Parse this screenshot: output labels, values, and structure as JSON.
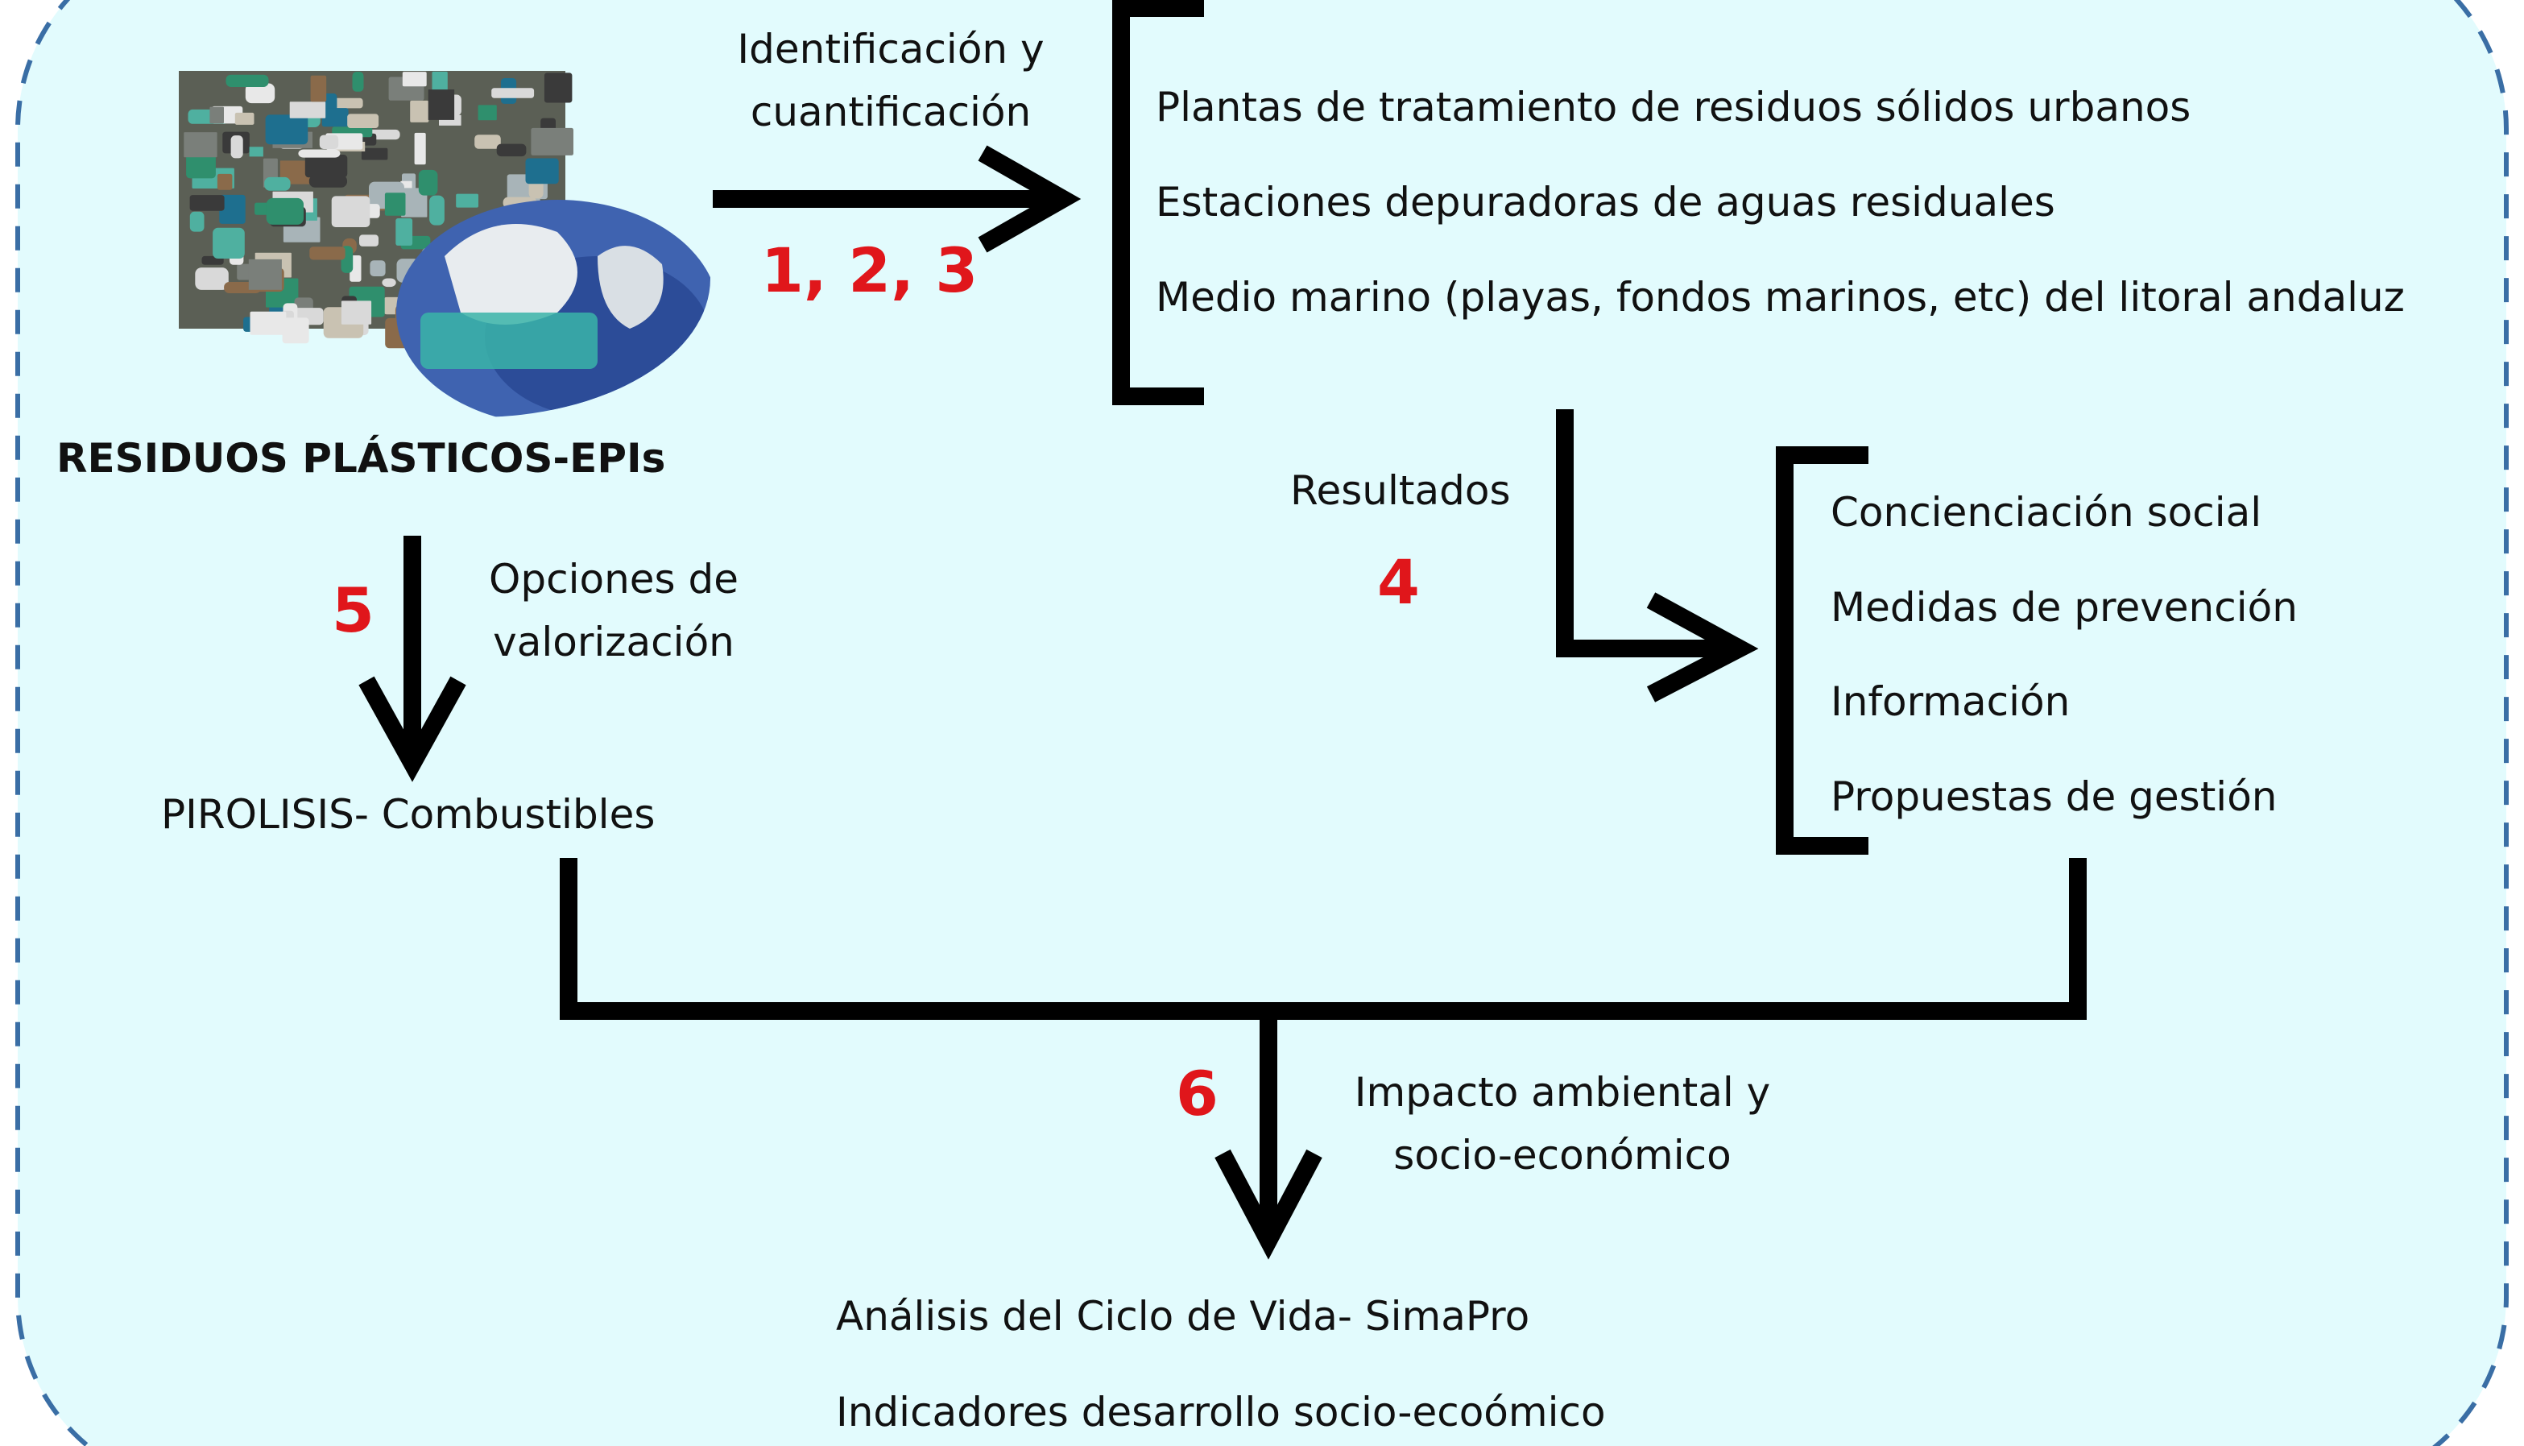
{
  "colors": {
    "panel_fill": "#e2fbfd",
    "panel_border": "#3a6ea5",
    "arrow": "#000000",
    "step_number": "#e0161b",
    "text": "#111111"
  },
  "photo": {
    "icon": "plastic-waste-and-ppe-photo"
  },
  "nodes": {
    "waste_title": "RESIDUOS PLÁSTICOS-EPIs",
    "sources": [
      "Plantas de tratamiento de residuos sólidos urbanos",
      "Estaciones depuradoras  de aguas residuales",
      "Medio marino (playas, fondos marinos, etc) del litoral andaluz"
    ],
    "results_items": [
      "Concienciación  social",
      "Medidas de prevención",
      "Información",
      "Propuestas de gestión"
    ],
    "pyrolysis": "PIROLISIS- Combustibles",
    "final_outputs": [
      "Análisis del Ciclo de Vida- SimaPro",
      "Indicadores desarrollo socio-ecoómico"
    ]
  },
  "arrows": {
    "identification": {
      "label_lines": [
        "Identificación y",
        "cuantificación"
      ],
      "steps": "1, 2, 3"
    },
    "results": {
      "label": "Resultados",
      "step": "4"
    },
    "valorization": {
      "label_lines": [
        "Opciones de",
        "valorización"
      ],
      "step": "5"
    },
    "impact": {
      "label_lines": [
        "Impacto ambiental y",
        "socio-económico"
      ],
      "step": "6"
    }
  }
}
